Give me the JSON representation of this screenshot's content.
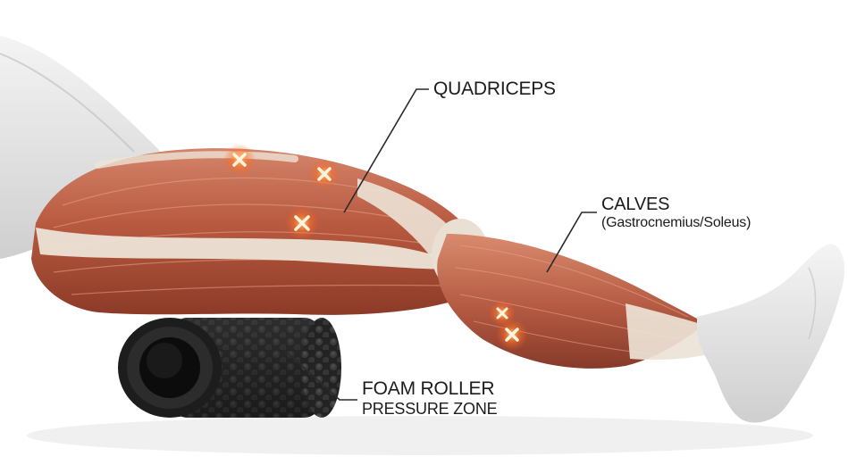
{
  "labels": {
    "quadriceps": "QUADRICEPS",
    "calves": "CALVES",
    "calves_sub": "(Gastrocnemius/Soleus)",
    "foam_roller_line1": "FOAM ROLLER",
    "foam_roller_line2": "PRESSURE ZONE"
  },
  "colors": {
    "muscle": "#b85a40",
    "muscle_dark": "#8c3a28",
    "muscle_light": "#d88a6c",
    "tendon": "#ece3d6",
    "skin": "#e8e8e8",
    "roller": "#262626",
    "trigger_point": "#ff6a1a",
    "leader_line": "#2a2a2a"
  },
  "icons": {
    "trigger_point": "x-mark-glow"
  }
}
